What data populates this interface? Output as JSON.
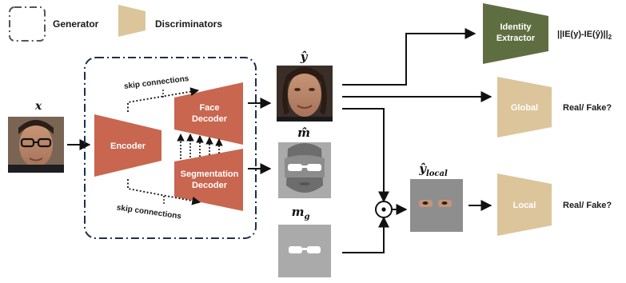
{
  "legend": {
    "generator_label": "Generator",
    "discriminators_label": "Discriminators"
  },
  "colors": {
    "generator_block": "#c9664f",
    "discriminator": "#dcc59b",
    "identity_extractor": "#5f6e40",
    "generator_border": "#1f2f4f",
    "arrow": "#111111"
  },
  "inputs": {
    "x_label": "x"
  },
  "generator": {
    "encoder_label": "Encoder",
    "face_decoder_label": [
      "Face",
      "Decoder"
    ],
    "segmentation_decoder_label": [
      "Segmentation",
      "Decoder"
    ],
    "skip_top_label": "skip connections",
    "skip_bottom_label": "skip connections"
  },
  "outputs": {
    "y_hat_label": "ŷ",
    "m_hat_label": "m̂",
    "m_g_label": "m",
    "m_g_sub": "g",
    "y_local_label": "ŷ",
    "y_local_sub": "local",
    "combine_op": "⊙"
  },
  "discriminators": {
    "identity_extractor_label": [
      "Identity",
      "Extractor"
    ],
    "identity_loss_label": "||IE(y)-IE(ŷ)||",
    "identity_loss_sub": "2",
    "global_label": "Global",
    "local_label": "Local",
    "global_output": "Real/ Fake?",
    "local_output": "Real/ Fake?"
  }
}
